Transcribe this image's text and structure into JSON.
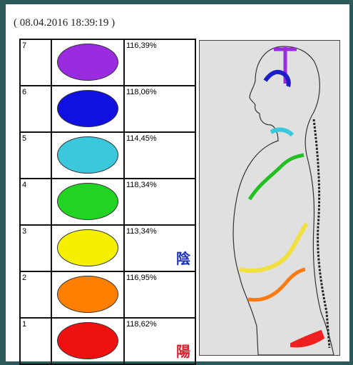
{
  "timestamp": "( 08.04.2016 18:39:19 )",
  "chakras": [
    {
      "level": "7",
      "percent": "116,39%",
      "color": "#9b2be0"
    },
    {
      "level": "6",
      "percent": "118,06%",
      "color": "#1010e0"
    },
    {
      "level": "5",
      "percent": "114,45%",
      "color": "#3cc8dc"
    },
    {
      "level": "4",
      "percent": "118,34%",
      "color": "#22d422"
    },
    {
      "level": "3",
      "percent": "113,34%",
      "color": "#f4f000",
      "glyph": "陰",
      "glyph_color": "#1b2fbf"
    },
    {
      "level": "2",
      "percent": "116,95%",
      "color": "#ff8000"
    },
    {
      "level": "1",
      "percent": "118,62%",
      "color": "#ef1010",
      "glyph": "陽",
      "glyph_color": "#d4202a"
    }
  ],
  "figure": {
    "description_icon": "human-body-chakra-channels-icon",
    "channel_colors": [
      "#9b2be0",
      "#1e1ec8",
      "#3cc8dc",
      "#22c022",
      "#f0e040",
      "#ff7a10",
      "#ef2020"
    ]
  }
}
